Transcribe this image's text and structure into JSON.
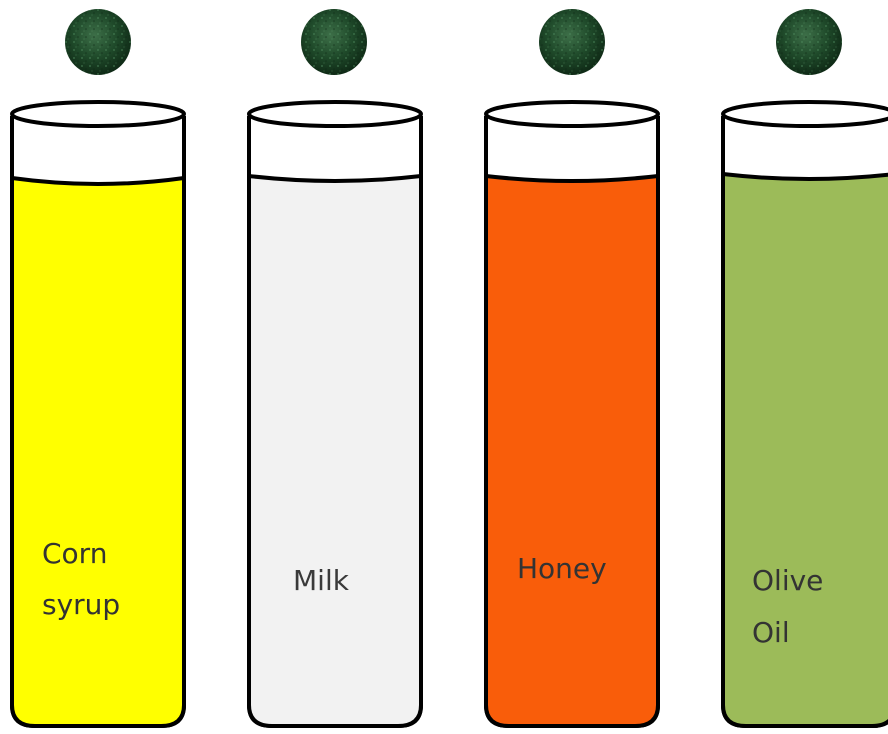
{
  "cylinders": [
    {
      "label_lines": [
        "Corn",
        "syrup"
      ],
      "color": "#ffff00"
    },
    {
      "label_lines": [
        "Milk"
      ],
      "color": "#f2f2f2"
    },
    {
      "label_lines": [
        "Honey"
      ],
      "color": "#f95d0a"
    },
    {
      "label_lines": [
        "Olive",
        "Oil"
      ],
      "color": "#9cbb59"
    }
  ],
  "marble": {
    "color": "#1f4a2a",
    "highlight": "#3b6e46",
    "icon": "green-marble-ball"
  }
}
